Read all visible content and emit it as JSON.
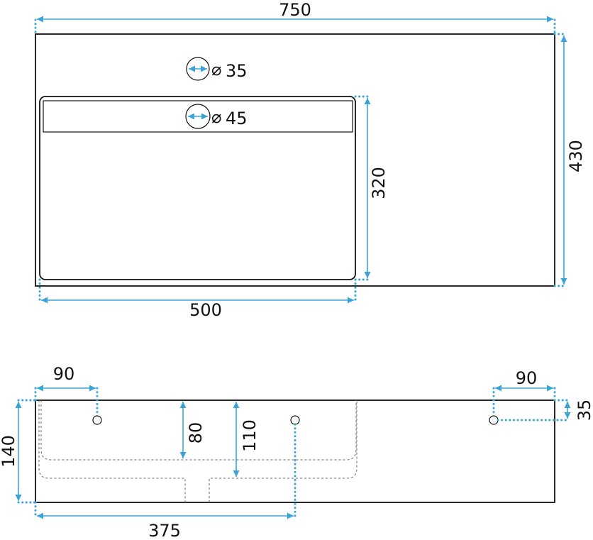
{
  "colors": {
    "dimension": "#3aa3d8",
    "outline": "#111111",
    "background": "#ffffff"
  },
  "top_view": {
    "overall_width": "750",
    "overall_depth": "430",
    "basin_width": "500",
    "basin_depth": "320",
    "hole_small": "35",
    "hole_large": "45",
    "diameter_symbol": "⌀"
  },
  "front_view": {
    "height": "140",
    "left_hole_offset": "90",
    "right_hole_offset": "90",
    "right_hole_height": "35",
    "inner_depth_80": "80",
    "inner_depth_110": "110",
    "center_hole_offset": "375"
  }
}
